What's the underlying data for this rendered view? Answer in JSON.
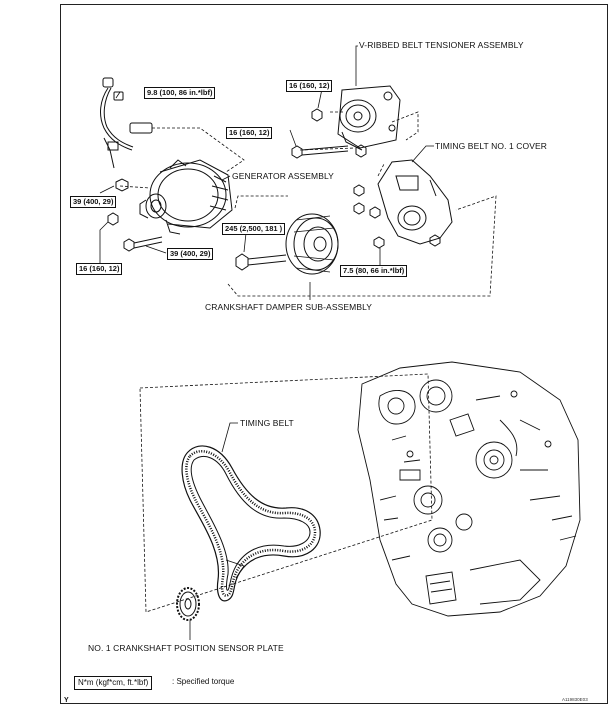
{
  "labels": {
    "tensioner": "V-RIBBED BELT TENSIONER ASSEMBLY",
    "timing_cover": "TIMING BELT NO. 1 COVER",
    "generator": "GENERATOR ASSEMBLY",
    "damper": "CRANKSHAFT DAMPER SUB-ASSEMBLY",
    "timing_belt": "TIMING BELT",
    "sensor_plate": "NO. 1 CRANKSHAFT POSITION SENSOR PLATE"
  },
  "torques": {
    "t_9_8": "9.8 (100, 86 in.*lbf)",
    "t_16_top": "16 (160, 12)",
    "t_16_bolt": "16 (160, 12)",
    "t_39_left": "39 (400, 29)",
    "t_39_bottom": "39 (400, 29)",
    "t_245": "245 (2,500, 181 )",
    "t_16_bottom": "16 (160, 12)",
    "t_7_5": "7.5 (80, 66 in.*lbf)"
  },
  "legend": {
    "box": "N*m (kgf*cm, ft.*lbf)",
    "text": ": Specified torque"
  },
  "footer": {
    "ref_code": "A119830E03",
    "corner_mark": "Y"
  }
}
